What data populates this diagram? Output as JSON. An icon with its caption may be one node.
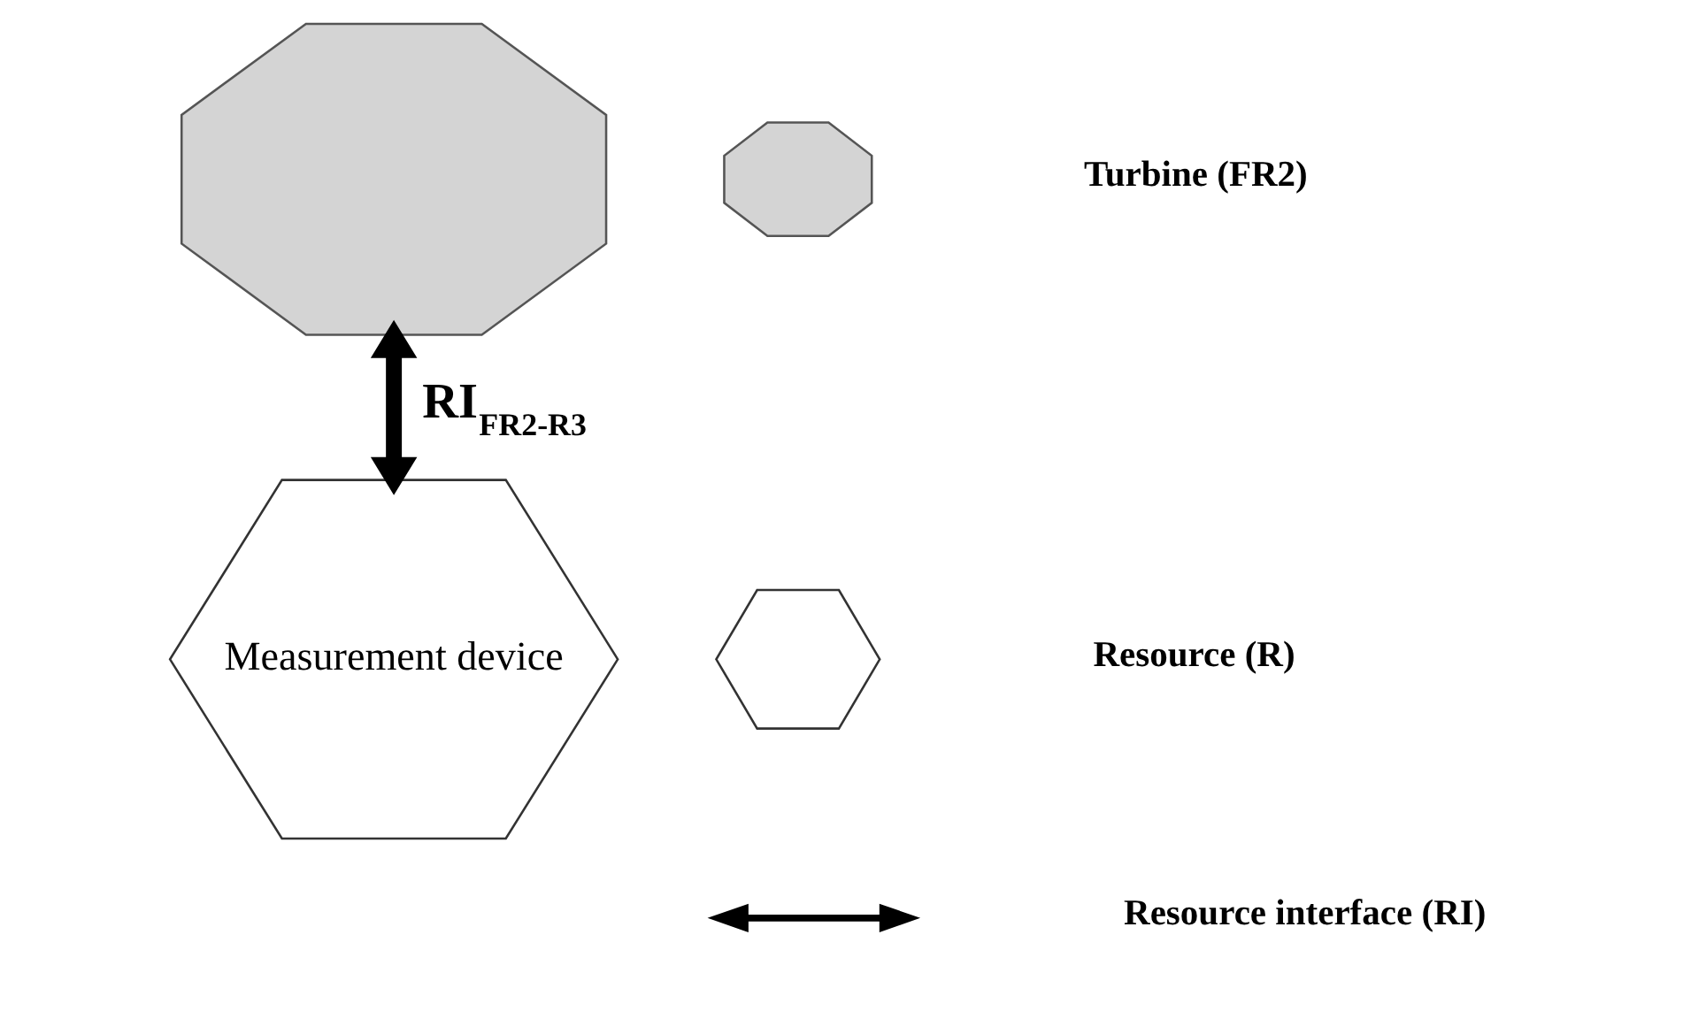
{
  "diagram": {
    "nodes": [
      {
        "text": [],
        "shape": "octagon"
      },
      {
        "text": [
          "Measurement device"
        ]
      },
      {
        "text": [],
        "shape": "octagon"
      },
      {
        "text": [],
        "shape": "hexagon"
      }
    ],
    "edges": [
      {
        "from": 0,
        "to": 1,
        "arrow": "both",
        "label": "RI$_{FR2-R3}$"
      }
    ],
    "legend": [
      {
        "text": "Turbine (FR2)"
      },
      {
        "text": "Resource (R)"
      },
      {
        "text": "Resource interface (RI)"
      }
    ]
  }
}
